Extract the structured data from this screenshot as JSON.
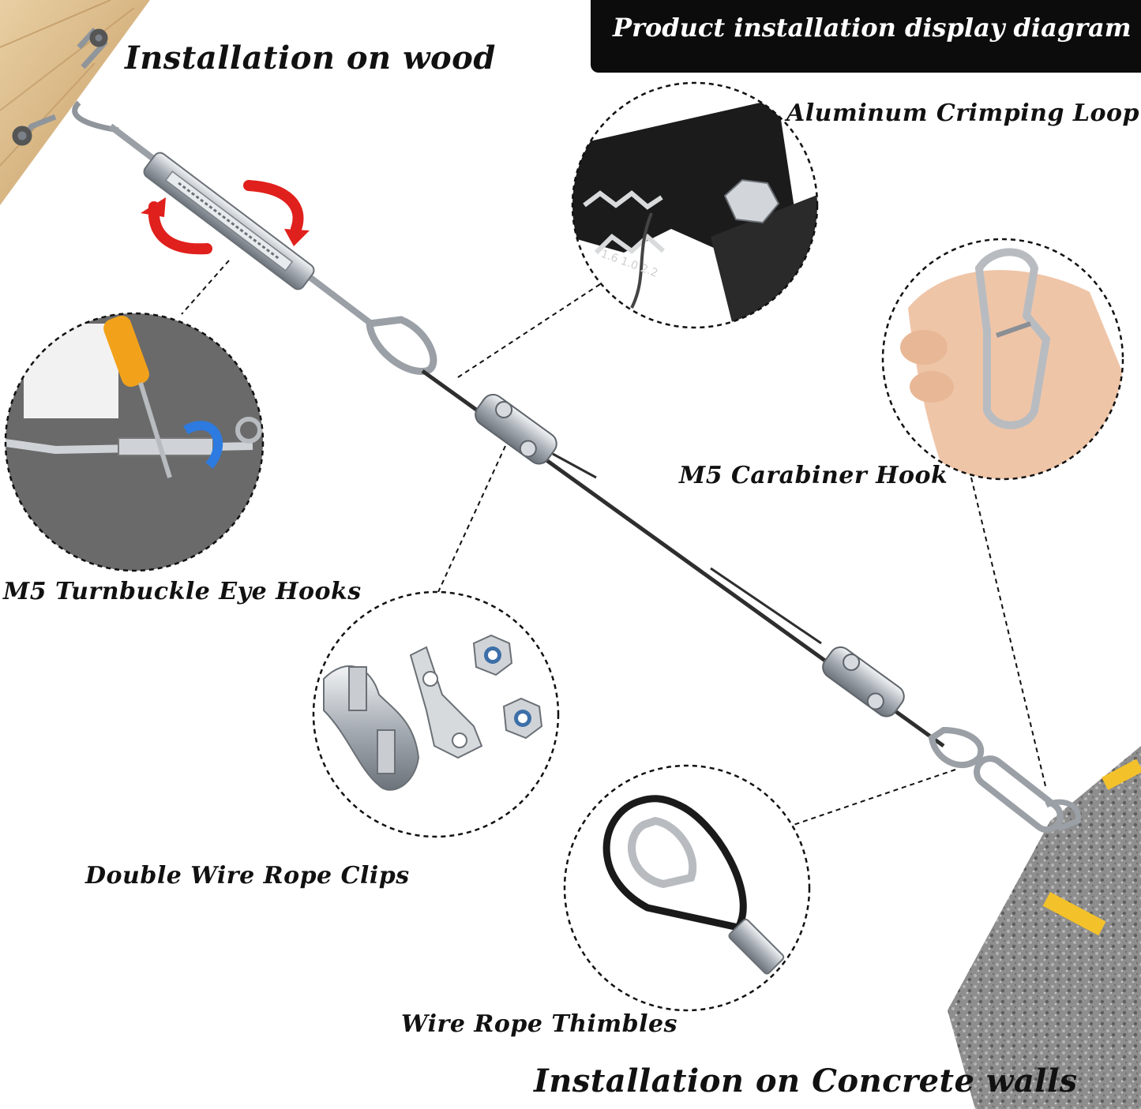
{
  "header": {
    "title": "Product installation display diagram"
  },
  "labels": {
    "wood": "Installation on wood",
    "concrete": "Installation on  Concrete walls",
    "crimping": "Aluminum Crimping Loop",
    "carabiner": "M5 Carabiner Hook",
    "turnbuckle": "M5 Turnbuckle Eye Hooks",
    "clips": "Double  Wire Rope Clips",
    "thimbles": "Wire Rope Thimbles"
  },
  "pliers_markings": "1.6 1.0 2.2",
  "colors": {
    "title_bg": "#0c0c0c",
    "title_text": "#ffffff",
    "wood": "#d9b98c",
    "concrete": "#8c8c8c",
    "steel": "#c9cdd2",
    "arrow_red": "#e0201c",
    "arrow_blue": "#2d7be0",
    "screwdriver_handle": "#f2a21a",
    "anchor_yellow": "#f3c12a"
  }
}
